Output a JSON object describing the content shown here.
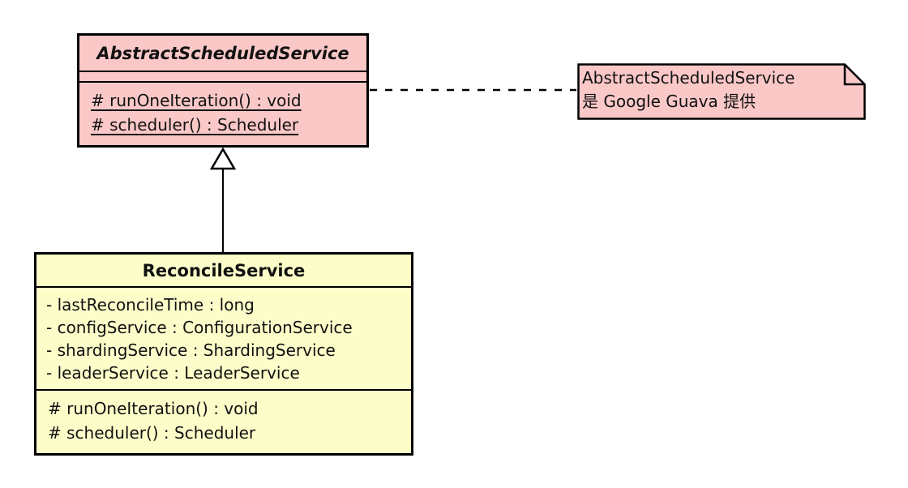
{
  "diagram": {
    "type": "uml-class-diagram",
    "colors": {
      "abstract_class_fill": "#fbc8c8",
      "child_class_fill": "#fdfdca",
      "note_fill": "#fbc8c8",
      "border": "#000000",
      "background": "#ffffff"
    },
    "abstract_class": {
      "name": "AbstractScheduledService",
      "is_abstract": true,
      "fields": [],
      "methods": [
        "# runOneIteration() : void",
        "# scheduler() : Scheduler"
      ]
    },
    "child_class": {
      "name": "ReconcileService",
      "fields": [
        "- lastReconcileTime : long",
        "- configService : ConfigurationService",
        "- shardingService : ShardingService",
        "- leaderService : LeaderService"
      ],
      "methods": [
        "# runOneIteration() : void",
        "# scheduler() : Scheduler"
      ]
    },
    "note": {
      "lines": [
        "AbstractScheduledService",
        "是 Google Guava 提供"
      ]
    },
    "relationships": [
      {
        "kind": "inheritance",
        "from": "ReconcileService",
        "to": "AbstractScheduledService"
      },
      {
        "kind": "note-attachment",
        "from": "AbstractScheduledService",
        "to": "note"
      }
    ]
  }
}
